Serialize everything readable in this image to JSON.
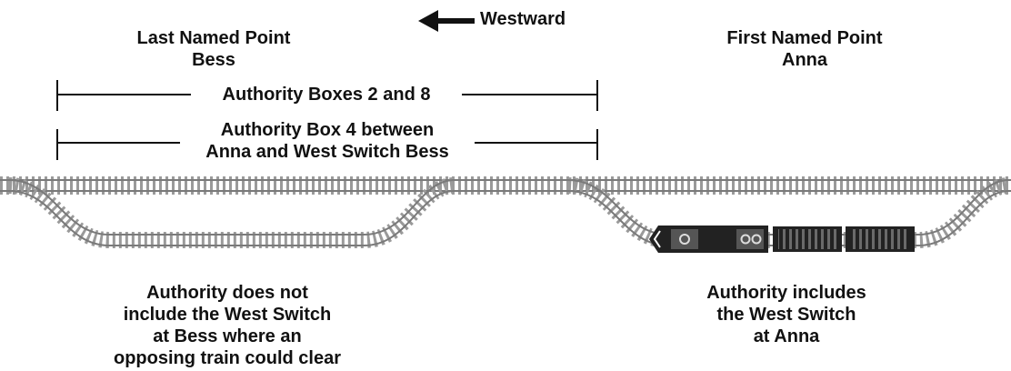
{
  "direction": {
    "label": "Westward"
  },
  "points": {
    "last": {
      "line1": "Last Named Point",
      "line2": "Bess"
    },
    "first": {
      "line1": "First Named Point",
      "line2": "Anna"
    }
  },
  "brackets": {
    "top": {
      "label": "Authority Boxes 2 and 8"
    },
    "bottom": {
      "line1": "Authority Box 4 between",
      "line2": "Anna and West Switch Bess"
    }
  },
  "notes": {
    "left": {
      "line1": "Authority does not",
      "line2": "include the West Switch",
      "line3": "at Bess where an",
      "line4": "opposing train could clear"
    },
    "right": {
      "line1": "Authority includes",
      "line2": "the West Switch",
      "line3": "at Anna"
    }
  },
  "colors": {
    "track": "#7a7a7a",
    "tie": "#9a9a9a",
    "train": "#222222",
    "ink": "#111111"
  }
}
